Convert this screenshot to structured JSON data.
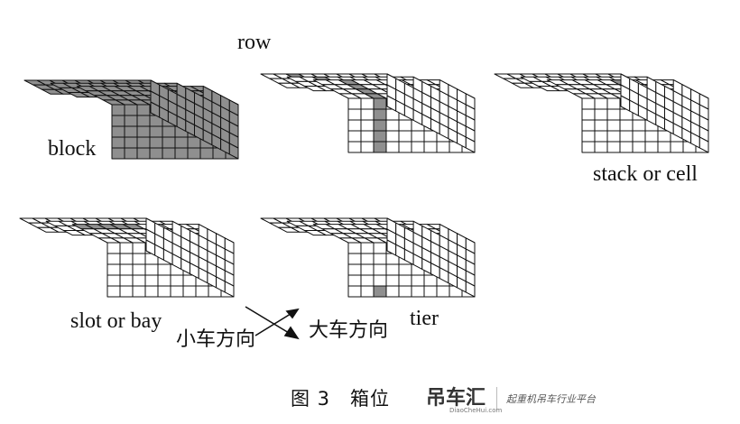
{
  "diagram": {
    "panels": [
      {
        "id": "block",
        "label": "block"
      },
      {
        "id": "row",
        "label": "row"
      },
      {
        "id": "stack",
        "label": "stack or cell"
      },
      {
        "id": "slot",
        "label": "slot or bay"
      },
      {
        "id": "tier",
        "label": "tier"
      }
    ],
    "directions": {
      "trolley": "小车方向",
      "gantry": "大车方向"
    },
    "caption": "图 3　箱位",
    "colors": {
      "highlight": "#8f8f8f",
      "line": "#111111",
      "face": "#ffffff"
    }
  },
  "watermark": {
    "logo": "吊车汇",
    "subtext": "DiaoCheHui.com",
    "slogan": "起重机吊车行业平台"
  }
}
